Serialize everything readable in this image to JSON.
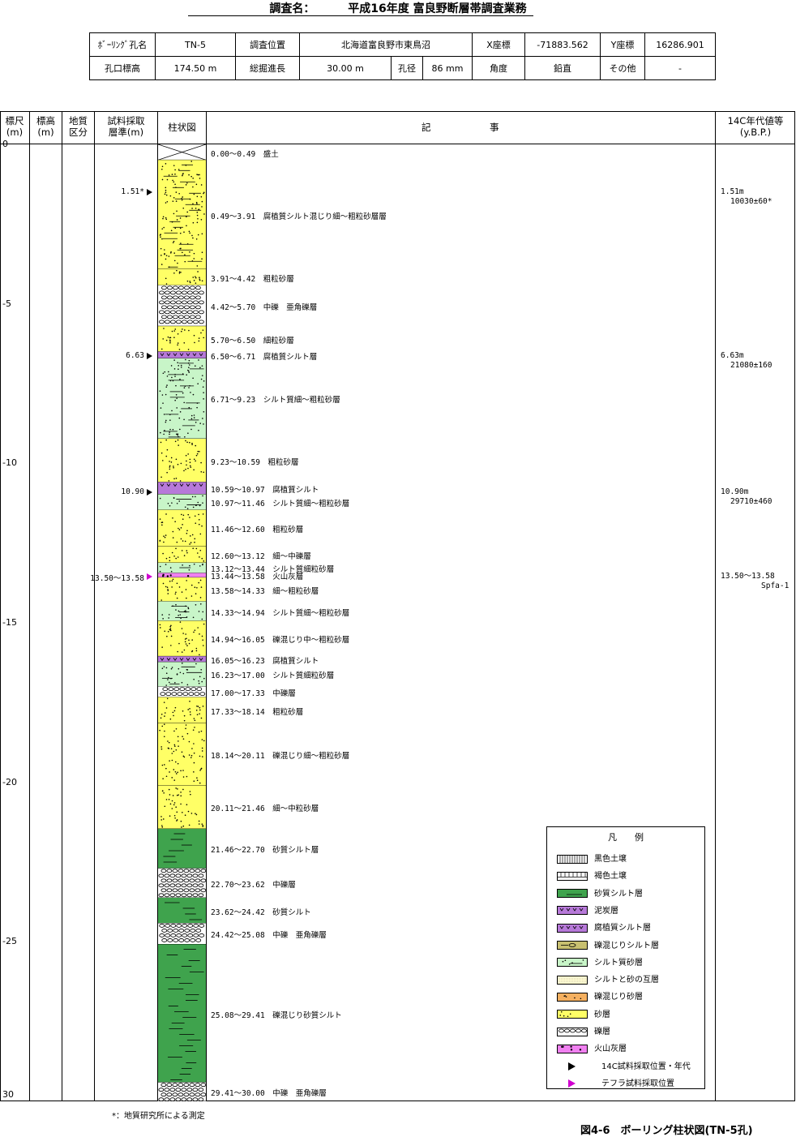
{
  "title": {
    "label": "調査名：",
    "value": "平成16年度 富良野断層帯調査業務"
  },
  "info": {
    "row1": [
      "ﾎﾞｰﾘﾝｸﾞ孔名",
      "TN-5",
      "調査位置",
      "北海道富良野市東鳥沼",
      "X座標",
      "-71883.562",
      "Y座標",
      "16286.901"
    ],
    "row2": [
      "孔口標高",
      "174.50 m",
      "総掘進長",
      "30.00 m",
      "孔径",
      "86 mm",
      "角度",
      "鉛直",
      "その他",
      "-"
    ]
  },
  "headers": {
    "scale": "標尺\n(m)",
    "elev": "標高\n(m)",
    "geo": "地質\n区分",
    "sample": "試料採取\n層準(m)",
    "column": "柱状図",
    "desc_a": "記",
    "desc_b": "事",
    "age": "14C年代値等\n(y.B.P.)"
  },
  "depth_ticks": [
    "0",
    "-5",
    "-10",
    "-15",
    "-20",
    "-25",
    "30"
  ],
  "layers": [
    {
      "top": 0.0,
      "bot": 0.49,
      "p": "fill",
      "desc": "0.00～0.49　盛土"
    },
    {
      "top": 0.49,
      "bot": 3.91,
      "p": "hsand",
      "desc": "0.49～3.91　腐植質シルト混じり細～粗粒砂層層"
    },
    {
      "top": 3.91,
      "bot": 4.42,
      "p": "sand",
      "desc": "3.91～4.42　粗粒砂層"
    },
    {
      "top": 4.42,
      "bot": 5.7,
      "p": "gravel",
      "desc": "4.42～5.70　中礫　亜角礫層"
    },
    {
      "top": 5.7,
      "bot": 6.5,
      "p": "sand",
      "desc": "5.70～6.50　細粒砂層"
    },
    {
      "top": 6.5,
      "bot": 6.71,
      "p": "humus",
      "desc": "6.50～6.71　腐植質シルト層"
    },
    {
      "top": 6.71,
      "bot": 9.23,
      "p": "ssand",
      "desc": "6.71～9.23　シルト質細～粗粒砂層"
    },
    {
      "top": 9.23,
      "bot": 10.59,
      "p": "sand",
      "desc": "9.23～10.59　粗粒砂層"
    },
    {
      "top": 10.59,
      "bot": 10.97,
      "p": "humus",
      "desc": "10.59～10.97　腐植質シルト"
    },
    {
      "top": 10.97,
      "bot": 11.46,
      "p": "ssand",
      "desc": "10.97～11.46　シルト質細～粗粒砂層"
    },
    {
      "top": 11.46,
      "bot": 12.6,
      "p": "sand",
      "desc": "11.46～12.60　粗粒砂層"
    },
    {
      "top": 12.6,
      "bot": 13.12,
      "p": "sand",
      "desc": "12.60～13.12　細～中礫層"
    },
    {
      "top": 13.12,
      "bot": 13.44,
      "p": "ssand",
      "desc": "13.12～13.44　シルト質細粒砂層"
    },
    {
      "top": 13.44,
      "bot": 13.58,
      "p": "ash",
      "desc": "13.44～13.58　火山灰層"
    },
    {
      "top": 13.58,
      "bot": 14.33,
      "p": "sand",
      "desc": "13.58～14.33　細～粗粒砂層"
    },
    {
      "top": 14.33,
      "bot": 14.94,
      "p": "ssand",
      "desc": "14.33～14.94　シルト質細～粗粒砂層"
    },
    {
      "top": 14.94,
      "bot": 16.05,
      "p": "sand",
      "desc": "14.94～16.05　礫混じり中～粗粒砂層"
    },
    {
      "top": 16.05,
      "bot": 16.23,
      "p": "humus",
      "desc": "16.05～16.23　腐植質シルト"
    },
    {
      "top": 16.23,
      "bot": 17.0,
      "p": "ssand",
      "desc": "16.23～17.00　シルト質細粒砂層"
    },
    {
      "top": 17.0,
      "bot": 17.33,
      "p": "gravel",
      "desc": "17.00～17.33　中礫層"
    },
    {
      "top": 17.33,
      "bot": 18.14,
      "p": "sand",
      "desc": "17.33～18.14　粗粒砂層"
    },
    {
      "top": 18.14,
      "bot": 20.11,
      "p": "sand",
      "desc": "18.14～20.11　礫混じり細～粗粒砂層"
    },
    {
      "top": 20.11,
      "bot": 21.46,
      "p": "sand",
      "desc": "20.11～21.46　細～中粒砂層"
    },
    {
      "top": 21.46,
      "bot": 22.7,
      "p": "silt",
      "desc": "21.46～22.70　砂質シルト層"
    },
    {
      "top": 22.7,
      "bot": 23.62,
      "p": "gravel",
      "desc": "22.70～23.62　中礫層"
    },
    {
      "top": 23.62,
      "bot": 24.42,
      "p": "silt",
      "desc": "23.62～24.42　砂質シルト"
    },
    {
      "top": 24.42,
      "bot": 25.08,
      "p": "gravel",
      "desc": "24.42～25.08　中礫　亜角礫層"
    },
    {
      "top": 25.08,
      "bot": 29.41,
      "p": "silt",
      "desc": "25.08～29.41　礫混じり砂質シルト"
    },
    {
      "top": 29.41,
      "bot": 30.0,
      "p": "gravel",
      "desc": "29.41～30.00　中礫　亜角礫層"
    }
  ],
  "samples": [
    {
      "depth": 1.51,
      "label": "1.51*",
      "kind": "c14"
    },
    {
      "depth": 6.63,
      "label": "6.63",
      "kind": "c14"
    },
    {
      "depth": 10.9,
      "label": "10.90",
      "kind": "c14"
    },
    {
      "depth": 13.54,
      "label": "13.50～13.58",
      "kind": "tephra"
    }
  ],
  "ages": [
    {
      "depth": 1.51,
      "l1": "1.51m",
      "l2": "10030±60*"
    },
    {
      "depth": 6.63,
      "l1": "6.63m",
      "l2": "21080±160"
    },
    {
      "depth": 10.9,
      "l1": "10.90m",
      "l2": "29710±460"
    },
    {
      "depth": 13.54,
      "l1": "13.50～13.58",
      "l2": "Spfa-1"
    }
  ],
  "legend": {
    "title": "凡　　例",
    "items": [
      {
        "p": "black",
        "label": "黒色土壌"
      },
      {
        "p": "brown",
        "label": "褐色土壌"
      },
      {
        "p": "silt",
        "label": "砂質シルト層"
      },
      {
        "p": "peat",
        "label": "泥炭層"
      },
      {
        "p": "humus",
        "label": "腐植質シルト層"
      },
      {
        "p": "gsilt",
        "label": "礫混じりシルト層"
      },
      {
        "p": "ssand",
        "label": "シルト質砂層"
      },
      {
        "p": "alt",
        "label": "シルトと砂の互層"
      },
      {
        "p": "gsand",
        "label": "礫混じり砂層"
      },
      {
        "p": "sand",
        "label": "砂層"
      },
      {
        "p": "gravel",
        "label": "礫層"
      },
      {
        "p": "ash",
        "label": "火山灰層"
      },
      {
        "p": "c14mark",
        "label": "14C試料採取位置・年代"
      },
      {
        "p": "tephramark",
        "label": "テフラ試料採取位置"
      }
    ]
  },
  "colors": {
    "sand": "#ffff66",
    "silt": "#3fa34d",
    "ssand": "#c8f5c8",
    "humus": "#b779d9",
    "ash": "#f080f0",
    "tephra": "#d000d0",
    "gsand": "#f5b060",
    "gsilt": "#c8c070"
  },
  "footnote": "*：地質研究所による測定",
  "caption": "図4-6　ボーリング柱状図(TN-5孔)"
}
